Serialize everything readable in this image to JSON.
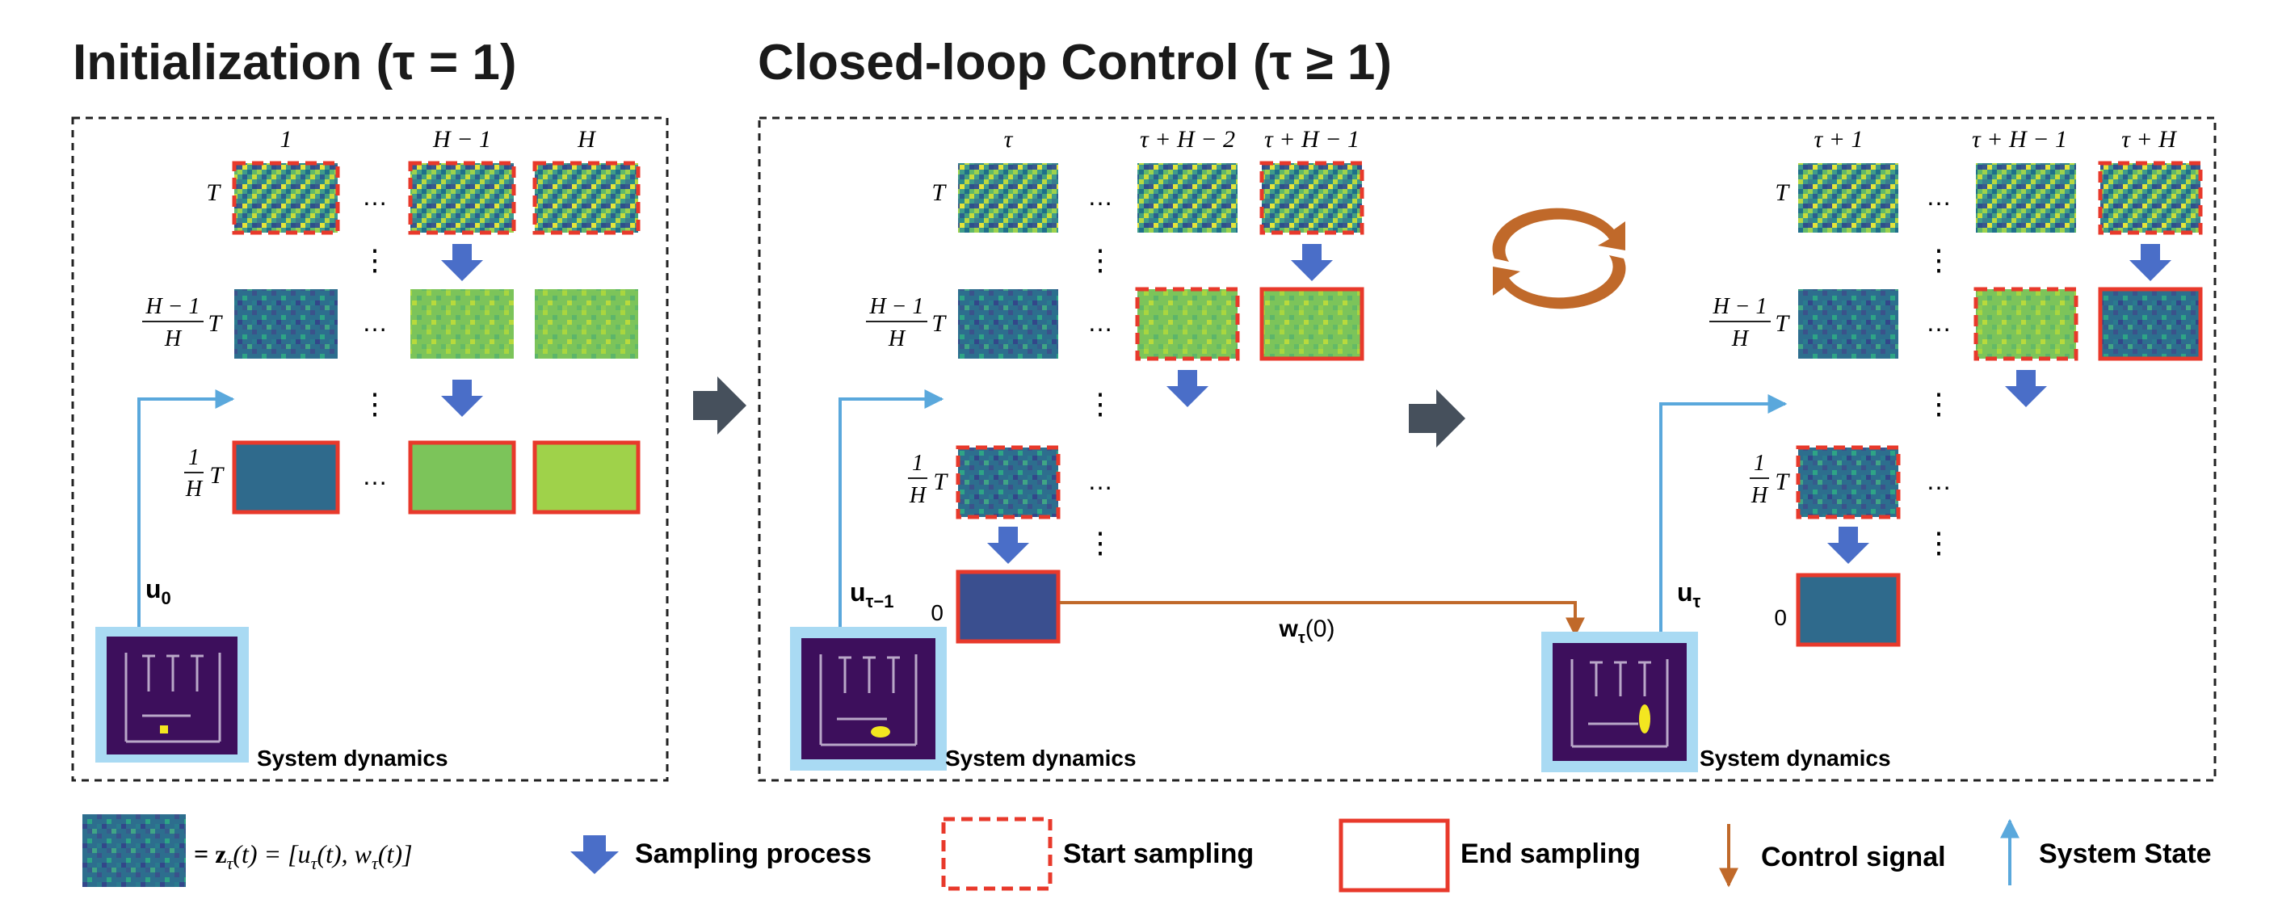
{
  "titles": {
    "init": "Initialization (τ = 1)",
    "closed": "Closed-loop Control (τ ≥ 1)"
  },
  "init_panel": {
    "cols": [
      "1",
      "H − 1",
      "H"
    ],
    "rows": [
      "T",
      "H − 1",
      "H",
      "T",
      "1",
      "H",
      "T"
    ],
    "state_label": "u",
    "state_sub": "0",
    "caption": "System dynamics"
  },
  "closed_panel": {
    "left_cols": [
      "τ",
      "τ + H − 2",
      "τ + H − 1"
    ],
    "right_cols": [
      "τ + 1",
      "τ + H − 1",
      "τ + H"
    ],
    "zero": "0",
    "state_left": "u",
    "state_left_sub": "τ−1",
    "state_right": "u",
    "state_right_sub": "τ",
    "control_label": "w",
    "control_sub": "τ",
    "control_arg": "(0)",
    "caption_left": "System dynamics",
    "caption_right": "System dynamics"
  },
  "ellipsis": "…",
  "vdots": "⋮",
  "legend": {
    "latent_eq": "= z",
    "latent_sub": "τ",
    "latent_rest": "(t) = [u",
    "latent_rest2": "(t), w",
    "latent_rest3": "(t)]",
    "sampling": "Sampling process",
    "start": "Start sampling",
    "end": "End sampling",
    "control": "Control signal",
    "state": "System State"
  },
  "colors": {
    "red": "#e8392b",
    "blue_arrow": "#4a6ec8",
    "state_blue": "#5aa8dc",
    "control_brown": "#c0692a",
    "frame_blue": "#a9daf3",
    "maze_bg": "#3d0f5c",
    "big_arrow": "#46505c"
  }
}
